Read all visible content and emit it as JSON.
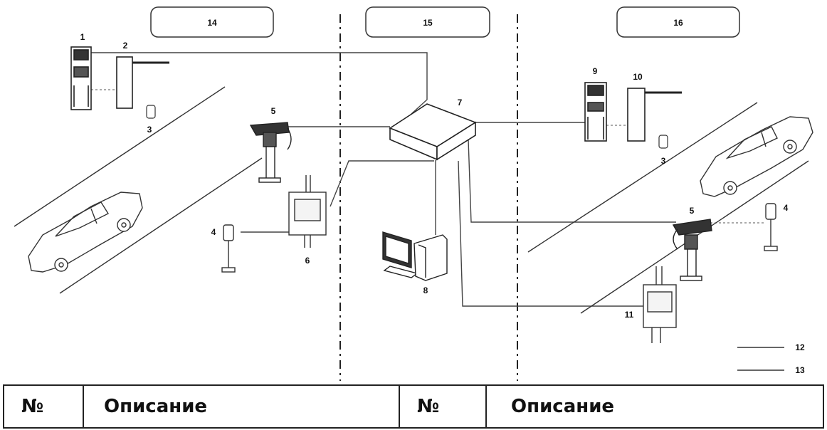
{
  "zones": [
    "14",
    "15",
    "16"
  ],
  "labels": {
    "barrier_stand_left": "1",
    "barrier_arm_left": "2",
    "sensor_left": "3",
    "camera_left": "5",
    "ticket_terminal_left": "6",
    "reader_post_left": "4",
    "switch": "7",
    "workstation": "8",
    "barrier_stand_right": "9",
    "barrier_arm_right": "10",
    "sensor_right": "3",
    "camera_right": "5",
    "reader_post_right": "4",
    "ticket_terminal_right": "11",
    "legend_solid": "12",
    "legend_dashed": "13"
  },
  "table": {
    "col1_header": "№",
    "col2_header": "Описание",
    "col3_header": "№",
    "col4_header": "Описание"
  }
}
